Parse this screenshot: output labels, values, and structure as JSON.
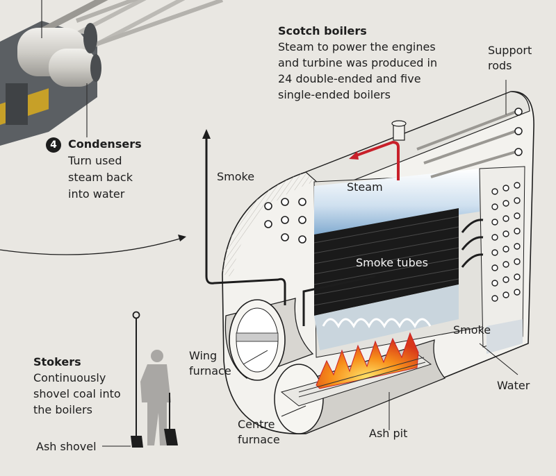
{
  "scotch_boilers": {
    "title": "Scotch boilers",
    "lines": [
      "Steam to power the engines",
      "and turbine was produced in",
      "24 double-ended and five",
      "single-ended boilers"
    ]
  },
  "condensers": {
    "number": "4",
    "title": "Condensers",
    "lines": [
      "Turn used",
      "steam back",
      "into water"
    ]
  },
  "stokers": {
    "title": "Stokers",
    "lines": [
      "Continuously",
      "shovel coal into",
      "the boilers"
    ]
  },
  "labels": {
    "support_rods": [
      "Support",
      "rods"
    ],
    "smoke_top": "Smoke",
    "steam": "Steam",
    "smoke_tubes": "Smoke tubes",
    "smoke_right": "Smoke",
    "wing_furnace": [
      "Wing",
      "furnace"
    ],
    "centre_furnace": [
      "Centre",
      "furnace"
    ],
    "ash_pit": "Ash pit",
    "water": "Water",
    "ash_shovel": "Ash shovel"
  },
  "colors": {
    "background": "#e9e7e2",
    "ink": "#1d1d1d",
    "fire": "#e8501c",
    "flame_yellow": "#f7b21a",
    "steam_red": "#c8202a",
    "steam_blue": "#9fc3e0",
    "tube_dark": "#1a1a1a",
    "figure_grey": "#a9a7a4"
  }
}
